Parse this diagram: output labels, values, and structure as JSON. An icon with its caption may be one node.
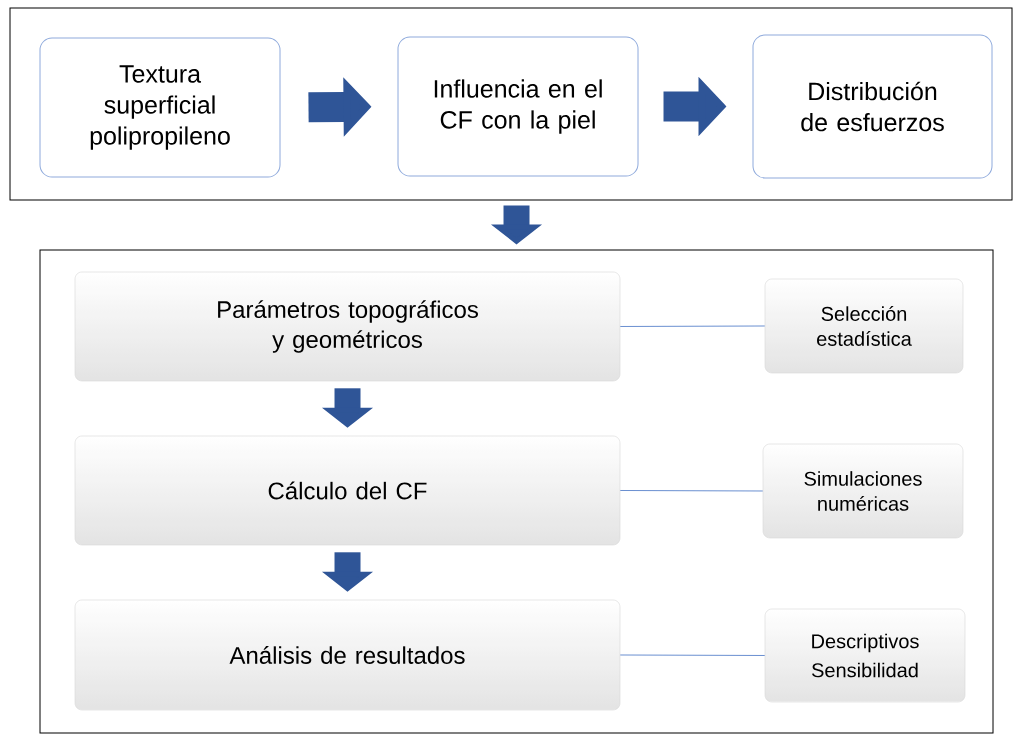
{
  "diagram": {
    "nodes": [
      {
        "text": [],
        "shape": "box"
      },
      {
        "text": [
          "Textura superficial polipropileno"
        ],
        "in": 0
      },
      {
        "text": [
          "Influencia en el CF con la piel"
        ],
        "in": 0
      },
      {
        "text": [
          "Distribución de esfuerzos"
        ],
        "in": 0
      },
      {
        "text": [],
        "shape": "box"
      },
      {
        "text": [
          "Parámetros topográficos y geométricos"
        ],
        "in": 4
      },
      {
        "text": [
          "Cálculo del CF"
        ],
        "in": 4
      },
      {
        "text": [
          "Análisis de resultados"
        ],
        "in": 4
      },
      {
        "text": [
          "Selección estadística"
        ],
        "in": 4
      },
      {
        "text": [
          "Simulaciones numéricas"
        ],
        "in": 4
      },
      {
        "text": [
          "Descriptivos",
          "Sensibilidad"
        ],
        "in": 4
      }
    ],
    "edges": [
      {
        "from": 1,
        "to": 2,
        "arrow": "to"
      },
      {
        "from": 2,
        "to": 3,
        "arrow": "to"
      },
      {
        "from": 0,
        "to": 4,
        "arrow": "to"
      },
      {
        "from": 5,
        "to": 6,
        "arrow": "to"
      },
      {
        "from": 6,
        "to": 7,
        "arrow": "to"
      },
      {
        "from": 5,
        "to": 8,
        "arrow": "none",
        "color": "#4472c4"
      },
      {
        "from": 6,
        "to": 9,
        "arrow": "none",
        "color": "#4472c4"
      },
      {
        "from": 7,
        "to": 10,
        "arrow": "none",
        "color": "#4472c4"
      }
    ]
  }
}
